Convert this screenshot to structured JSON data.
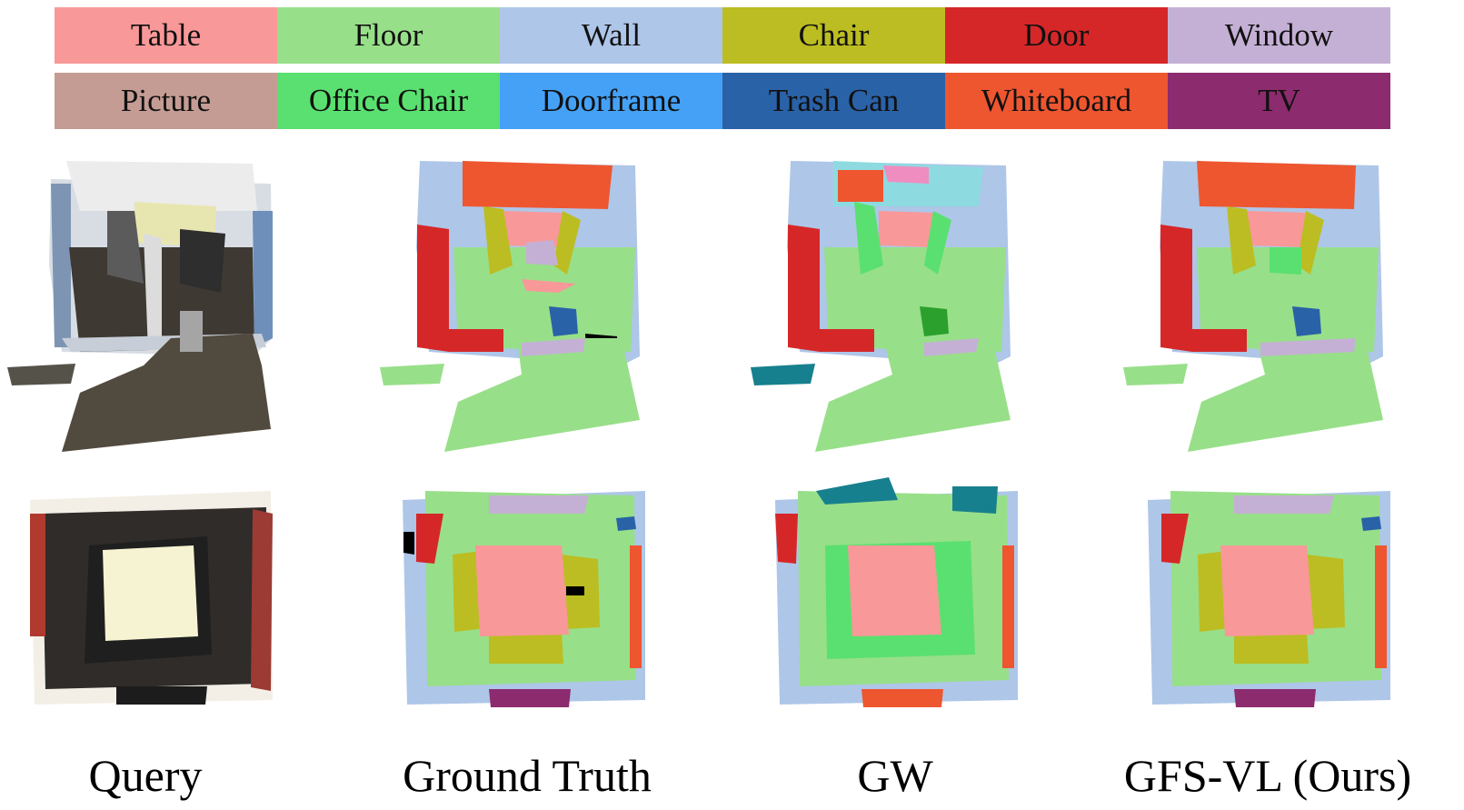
{
  "legend": {
    "row1": [
      {
        "label": "Table",
        "color": "#f99898"
      },
      {
        "label": "Floor",
        "color": "#98df89"
      },
      {
        "label": "Wall",
        "color": "#aec6e8"
      },
      {
        "label": "Chair",
        "color": "#bcbd22"
      },
      {
        "label": "Door",
        "color": "#d62728"
      },
      {
        "label": "Window",
        "color": "#c5b0d5"
      }
    ],
    "row2": [
      {
        "label": "Picture",
        "color": "#c49c94"
      },
      {
        "label": "Office Chair",
        "color": "#5ae070"
      },
      {
        "label": "Doorframe",
        "color": "#45a1f5"
      },
      {
        "label": "Trash Can",
        "color": "#2a62a8"
      },
      {
        "label": "Whiteboard",
        "color": "#ee5630"
      },
      {
        "label": "TV",
        "color": "#8c2b6e"
      }
    ]
  },
  "captions": {
    "query": "Query",
    "ground_truth": "Ground Truth",
    "gw": "GW",
    "ours": "GFS-VL (Ours)"
  }
}
